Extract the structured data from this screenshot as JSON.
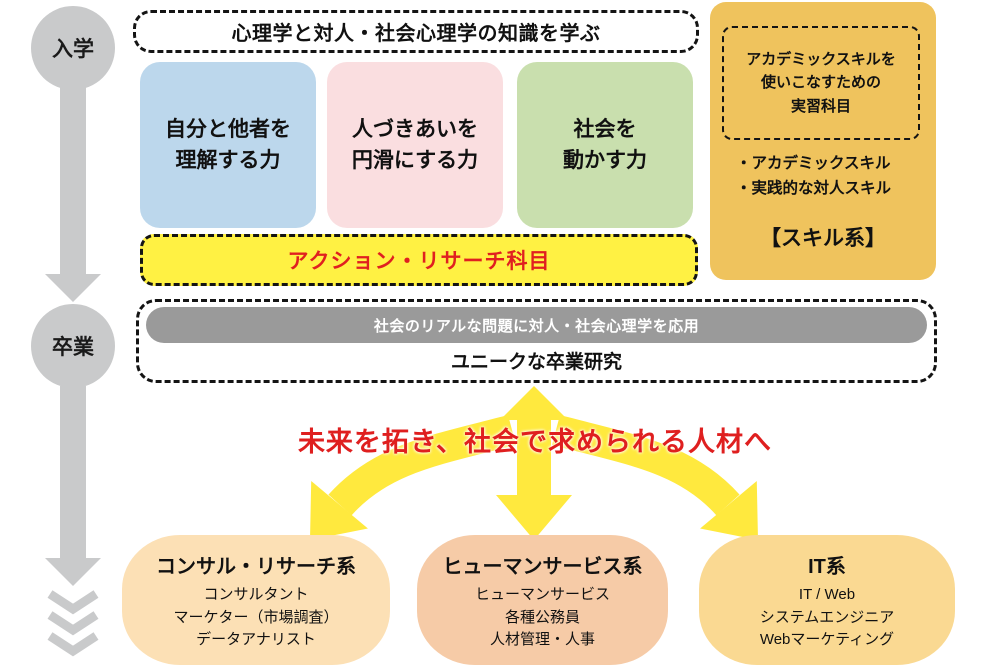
{
  "colors": {
    "timeline_gray": "#C9CACB",
    "ability_blue": "#BCD7EC",
    "ability_pink": "#FADEE0",
    "ability_green": "#C9DFAE",
    "action_yellow": "#FFF143",
    "action_red": "#E02020",
    "skill_gold": "#EFC35D",
    "grad_bar_gray": "#9A9A9A",
    "arrow_yellow": "#FFE93E",
    "headline_red": "#DF1F1F",
    "career_consult": "#FCE0B5",
    "career_human": "#F6CBA7",
    "career_it": "#FAD992"
  },
  "timeline": {
    "start_label": "入学",
    "end_label": "卒業"
  },
  "knowledge_banner": "心理学と対人・社会心理学の知識を学ぶ",
  "abilities": [
    {
      "lines": [
        "自分と他者を",
        "理解する力"
      ]
    },
    {
      "lines": [
        "人づきあいを",
        "円滑にする力"
      ]
    },
    {
      "lines": [
        "社会を",
        "動かす力"
      ]
    }
  ],
  "action_research_label": "アクション・リサーチ科目",
  "skill_panel": {
    "practicum_lines": [
      "アカデミックスキルを",
      "使いこなすための",
      "実習科目"
    ],
    "bullets": [
      "・アカデミックスキル",
      "・実践的な対人スキル"
    ],
    "caption": "【スキル系】"
  },
  "graduation_research": {
    "banner": "社会のリアルな問題に対人・社会心理学を応用",
    "title": "ユニークな卒業研究"
  },
  "headline": "未来を拓き、社会で求められる人材へ",
  "careers": [
    {
      "title": "コンサル・リサーチ系",
      "items": [
        "コンサルタント",
        "マーケター（市場調査）",
        "データアナリスト"
      ]
    },
    {
      "title": "ヒューマンサービス系",
      "items": [
        "ヒューマンサービス",
        "各種公務員",
        "人材管理・人事"
      ]
    },
    {
      "title": "IT系",
      "items": [
        "IT / Web",
        "システムエンジニア",
        "Webマーケティング"
      ]
    }
  ]
}
